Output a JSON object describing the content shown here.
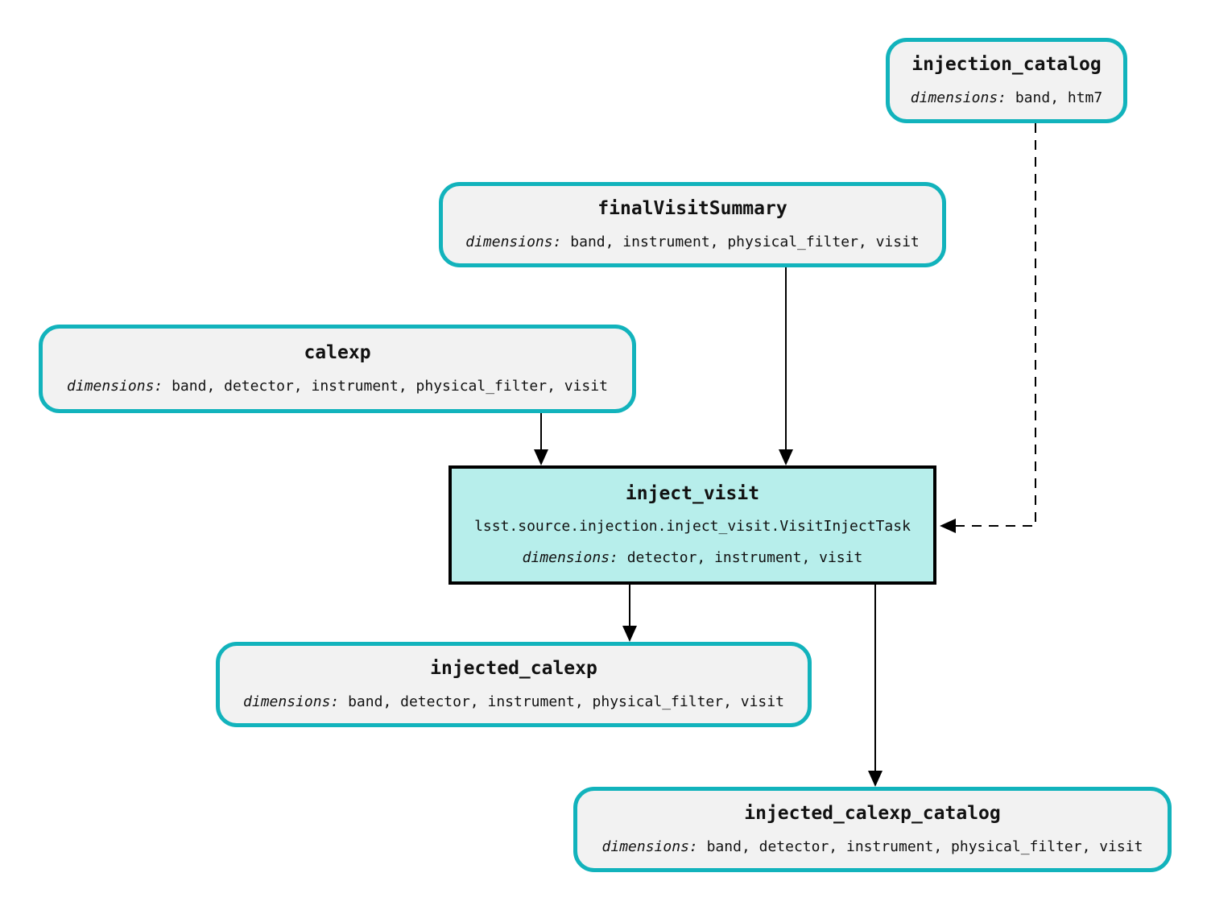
{
  "colors": {
    "teal_border": "#12b3bc",
    "node_fill": "#f2f2f2",
    "task_fill": "#b7eeeb",
    "task_border": "#000000",
    "arrow": "#000000"
  },
  "nodes": {
    "injection_catalog": {
      "title": "injection_catalog",
      "dims_label": "dimensions:",
      "dims_value": "band, htm7"
    },
    "finalVisitSummary": {
      "title": "finalVisitSummary",
      "dims_label": "dimensions:",
      "dims_value": "band, instrument, physical_filter, visit"
    },
    "calexp": {
      "title": "calexp",
      "dims_label": "dimensions:",
      "dims_value": "band, detector, instrument, physical_filter, visit"
    },
    "inject_visit": {
      "title": "inject_visit",
      "task_class": "lsst.source.injection.inject_visit.VisitInjectTask",
      "dims_label": "dimensions:",
      "dims_value": "detector, instrument, visit"
    },
    "injected_calexp": {
      "title": "injected_calexp",
      "dims_label": "dimensions:",
      "dims_value": "band, detector, instrument, physical_filter, visit"
    },
    "injected_calexp_catalog": {
      "title": "injected_calexp_catalog",
      "dims_label": "dimensions:",
      "dims_value": "band, detector, instrument, physical_filter, visit"
    }
  },
  "edges": [
    {
      "from": "calexp",
      "to": "inject_visit",
      "style": "solid"
    },
    {
      "from": "finalVisitSummary",
      "to": "inject_visit",
      "style": "solid"
    },
    {
      "from": "injection_catalog",
      "to": "inject_visit",
      "style": "dashed"
    },
    {
      "from": "inject_visit",
      "to": "injected_calexp",
      "style": "solid"
    },
    {
      "from": "inject_visit",
      "to": "injected_calexp_catalog",
      "style": "solid"
    }
  ]
}
